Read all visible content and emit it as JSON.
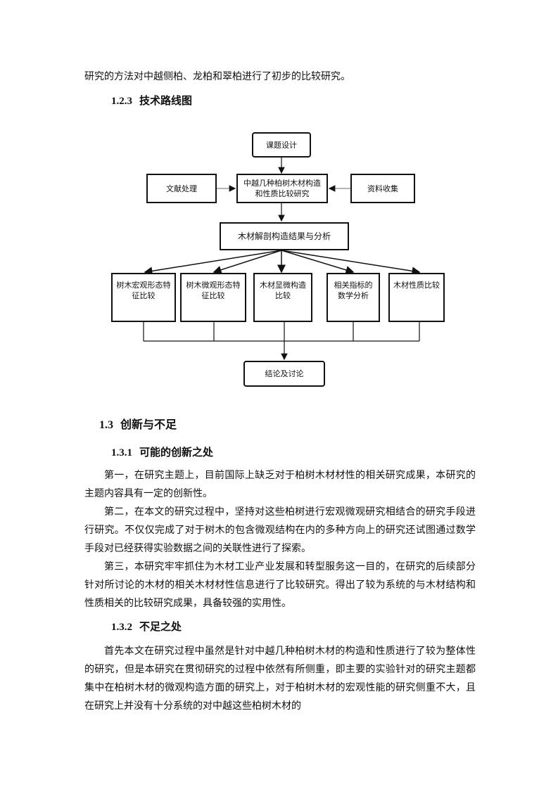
{
  "intro_line": "研究的方法对中越侧柏、龙柏和翠柏进行了初步的比较研究。",
  "section_123": {
    "number": "1.2.3",
    "title": "技术路线图"
  },
  "flowchart": {
    "topic_design": "课题设计",
    "literature": "文献处理",
    "main_study": "中越几种柏树木材构造和性质比较研究",
    "data_collection": "资料收集",
    "anatomy": "木材解剖构造结果与分析",
    "branches": [
      "树木宏观形态特征比较",
      "树木微观形态特征比较",
      "木材显微构造比较",
      "相关指标的数学分析",
      "木材性质比较"
    ],
    "conclusion": "结论及讨论"
  },
  "section_13": {
    "number": "1.3",
    "title": "创新与不足"
  },
  "section_131": {
    "number": "1.3.1",
    "title": "可能的创新之处"
  },
  "innovation_paragraphs": [
    "第一，在研究主题上，目前国际上缺乏对于柏树木材材性的相关研究成果，本研究的主题内容具有一定的创新性。",
    "第二，在本文的研究过程中，坚持对这些柏树进行宏观微观研究相结合的研究手段进行研究。不仅仅完成了对于树木的包含微观结构在内的多种方向上的研究还试图通过数学手段对已经获得实验数据之间的关联性进行了探索。",
    "第三，本研究牢牢抓住为木材工业产业发展和转型服务这一目的，在研究的后续部分针对所讨论的木材的相关木材材性信息进行了比较研究。得出了较为系统的与木材结构和性质相关的比较研究成果，具备较强的实用性。"
  ],
  "section_132": {
    "number": "1.3.2",
    "title": "不足之处"
  },
  "deficiency_paragraph": "首先本文在研究过程中虽然是针对中越几种柏树木材的构造和性质进行了较为整体性的研究，但是本研究在贯彻研究的过程中依然有所侧重，即主要的实验针对的研究主题都集中在柏树木材的微观构造方面的研究上，对于柏树木材的宏观性能的研究侧重不大，且在研究上并没有十分系统的对中越这些柏树木材的"
}
